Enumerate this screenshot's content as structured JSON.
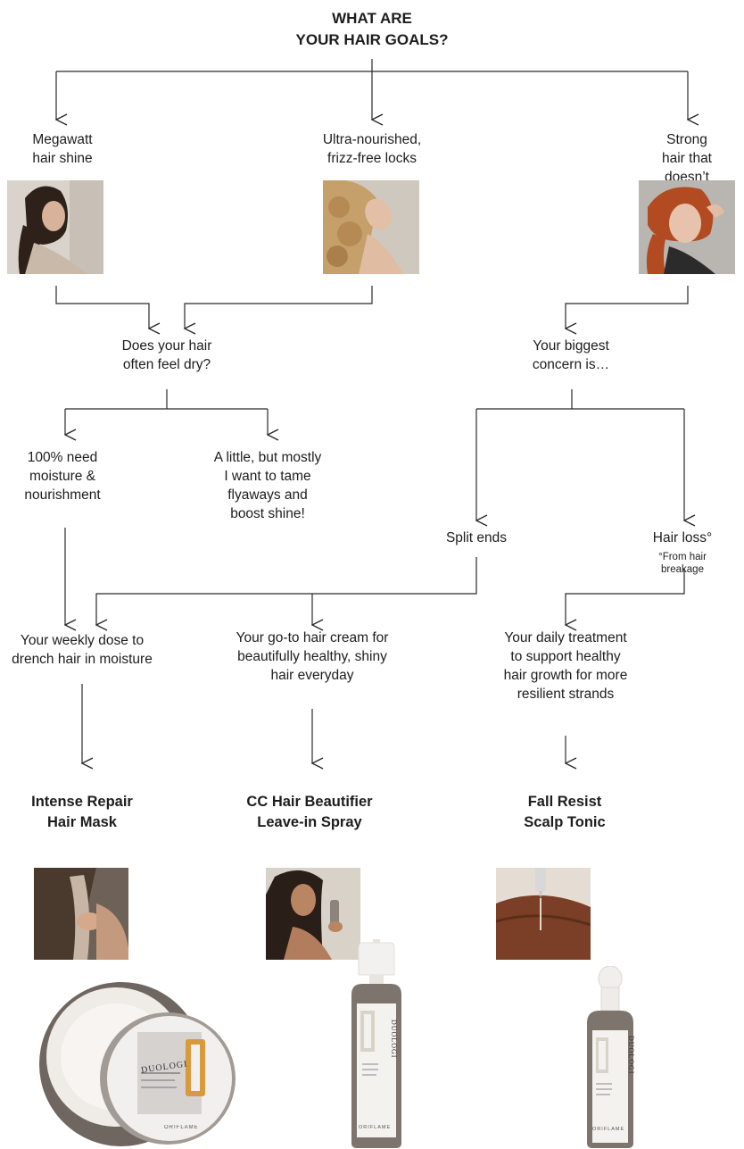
{
  "title": "WHAT ARE\nYOUR HAIR GOALS?",
  "goals": [
    {
      "label": "Megawatt\nhair shine",
      "image": "woman-glossy-dark-hair-photo"
    },
    {
      "label": "Ultra-nourished,\nfrizz-free locks",
      "image": "woman-curly-blonde-hair-photo"
    },
    {
      "label": "Strong hair that\ndoesn’t break off",
      "image": "woman-red-hair-photo"
    }
  ],
  "questions": {
    "dry": "Does your hair\noften feel dry?",
    "concern": "Your biggest\nconcern is…"
  },
  "answers": {
    "need_moisture": "100% need\nmoisture &\nnourishment",
    "tame_flyaways": "A little, but mostly\nI want to tame\nflyaways and\nboost shine!",
    "split_ends": "Split ends",
    "hair_loss": "Hair loss°",
    "hair_loss_note": "°From hair breakage"
  },
  "descriptions": [
    "Your weekly dose to\ndrench hair in moisture",
    "Your go-to hair cream for\nbeautifully healthy, shiny\nhair everyday",
    "Your daily treatment\nto support healthy\nhair growth for more\nresilient strands"
  ],
  "products": [
    {
      "name": "Intense Repair\nHair Mask",
      "image": "duologi-hair-mask-jar",
      "brand": "DUOLOGI",
      "maker": "ORIFLAME"
    },
    {
      "name": "CC Hair Beautifier\nLeave-in Spray",
      "image": "duologi-spray-bottle",
      "brand": "DUOLOGI",
      "maker": "ORIFLAME"
    },
    {
      "name": "Fall Resist\nScalp Tonic",
      "image": "duologi-dropper-bottle",
      "brand": "DUOLOGI",
      "maker": "ORIFLAME"
    }
  ],
  "colors": {
    "line": "#2a2a2a",
    "text": "#1d1d1d",
    "accent_gold": "#d89a3c",
    "bottle_taupe": "#7a716b"
  }
}
